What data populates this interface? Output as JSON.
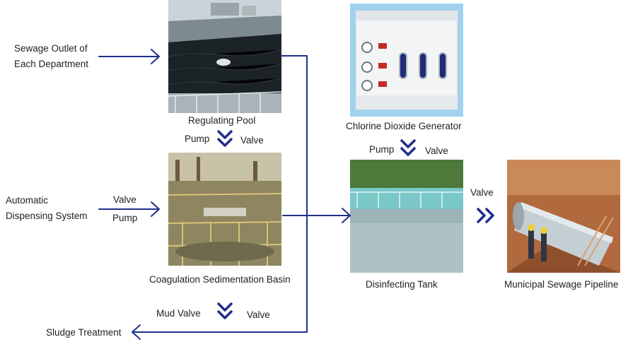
{
  "labels": {
    "sewage_outlet_line1": "Sewage Outlet of",
    "sewage_outlet_line2": "Each Department",
    "regulating_pool": "Regulating Pool",
    "pump_1": "Pump",
    "valve_1": "Valve",
    "auto_dispensing_line1": "Automatic",
    "auto_dispensing_line2": "Dispensing System",
    "valve_2": "Valve",
    "pump_2": "Pump",
    "coagulation_basin": "Coagulation Sedimentation Basin",
    "mud_valve": "Mud Valve",
    "valve_3": "Valve",
    "sludge_treatment": "Sludge Treatment",
    "chlorine_generator": "Chlorine Dioxide Generator",
    "pump_3": "Pump",
    "valve_4": "Valve",
    "disinfecting_tank": "Disinfecting Tank",
    "valve_5": "Valve",
    "municipal_pipeline": "Municipal Sewage Pipeline"
  },
  "colors": {
    "arrow": "#1f2f8a",
    "text": "#222222"
  },
  "icons": {
    "flow_arrow": "arrow-right-icon",
    "down_chevron": "double-chevron-down-icon",
    "right_chevron": "double-chevron-right-icon"
  }
}
